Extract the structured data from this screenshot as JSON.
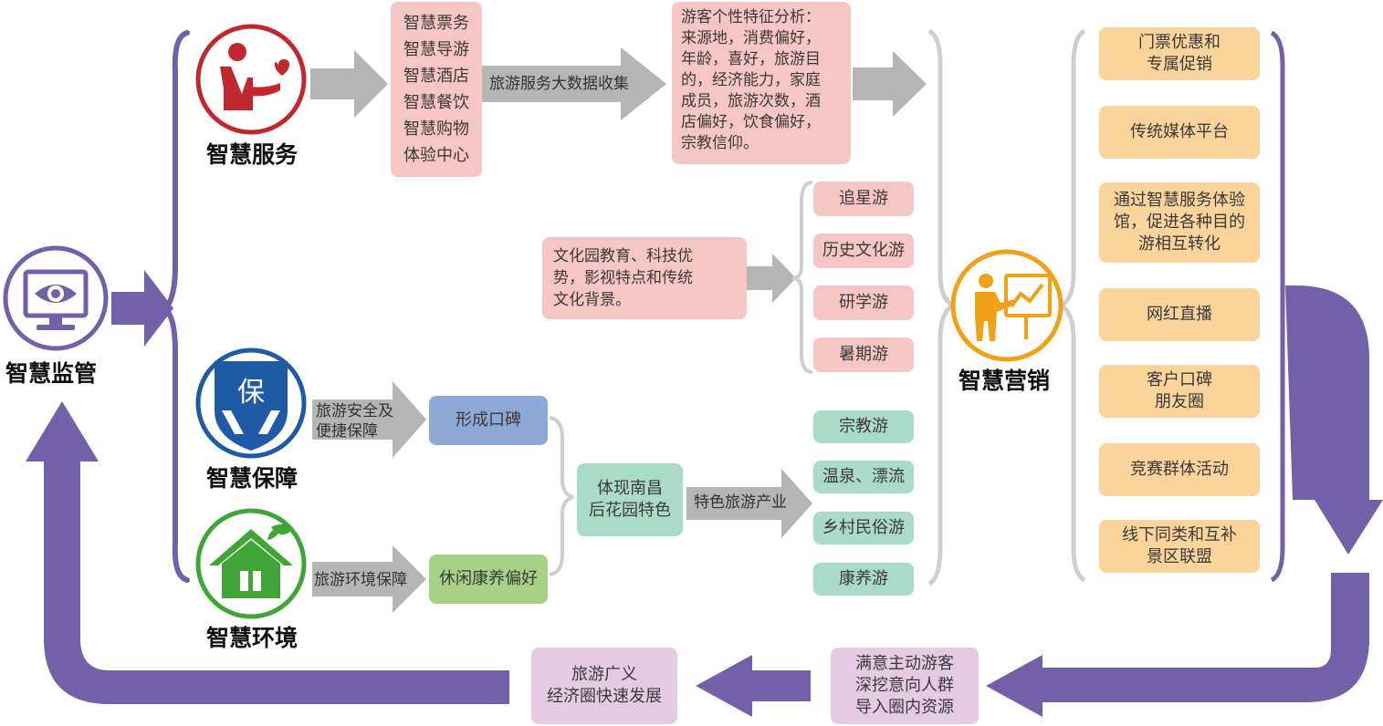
{
  "nodes": {
    "supervision": "智慧监管",
    "service": "智慧服务",
    "guarantee": "智慧保障",
    "environment": "智慧环境",
    "marketing": "智慧营销"
  },
  "service_list": [
    "智慧票务",
    "智慧导游",
    "智慧酒店",
    "智慧餐饮",
    "智慧购物",
    "体验中心"
  ],
  "big_data_label": "旅游服务大数据收集",
  "tourist_analysis": "游客个性特征分析：\n来源地，消费偏好，\n年龄，喜好，旅游目\n的，经济能力，家庭\n成员，旅游次数，酒\n店偏好，饮食偏好，\n宗教信仰。",
  "culture_box": "文化园教育、科技优\n势，影视特点和传统\n文化背景。",
  "tour_types_top": [
    "追星游",
    "历史文化游",
    "研学游",
    "暑期游"
  ],
  "tour_types_bottom": [
    "宗教游",
    "温泉、漂流",
    "乡村民俗游",
    "康养游"
  ],
  "safety_label": "旅游安全及\n便捷保障",
  "env_label": "旅游环境保障",
  "reputation": "形成口碑",
  "leisure": "休闲康养偏好",
  "nanchang": "体现南昌\n后花园特色",
  "feature_industry": "特色旅游产业",
  "marketing_channels": [
    "门票优惠和\n专属促销",
    "传统媒体平台",
    "通过智慧服务体验\n馆，促进各种目的\n游相互转化",
    "网红直播",
    "客户口碑\n朋友圈",
    "竞赛群体活动",
    "线下同类和互补\n景区联盟"
  ],
  "satisfied": "满意主动游客\n深挖意向人群\n导入圈内资源",
  "economy": "旅游广义\n经济圈快速发展",
  "icons": {
    "supervision": "monitor-eye-icon",
    "service": "person-heart-icon",
    "guarantee": "hands-protect-icon",
    "environment": "house-leaf-icon",
    "marketing": "presenter-chart-icon"
  },
  "colors": {
    "purple": "#7260a8",
    "red": "#c1282e",
    "blue": "#1e5aa6",
    "green": "#3fa535",
    "orange": "#f0a216",
    "gray_arrow": "#b5b5b5",
    "brace": "#cfcfcf"
  }
}
